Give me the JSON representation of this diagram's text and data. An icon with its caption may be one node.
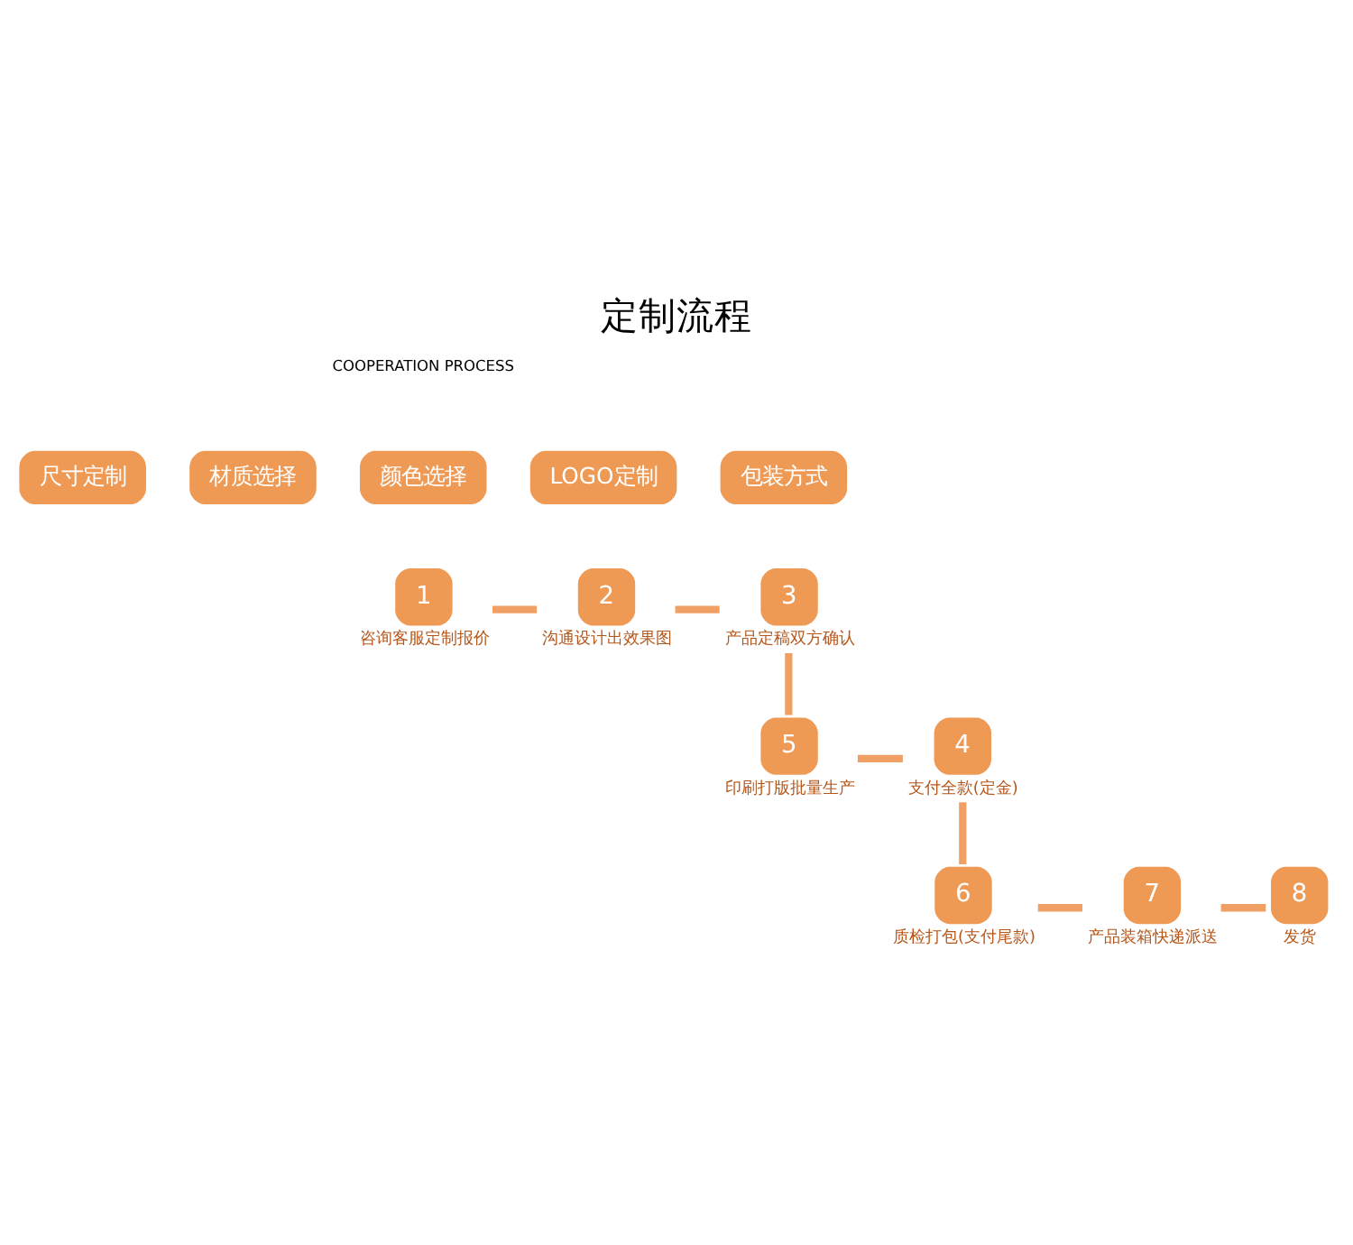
{
  "diagram": {
    "title": "定制流程",
    "nodes": [
      {
        "text": [
          "尺寸定制"
        ]
      },
      {
        "text": [
          "材质选择"
        ]
      },
      {
        "text": [
          "颜色选择"
        ]
      },
      {
        "text": [
          "LOGO定制"
        ]
      },
      {
        "text": [
          "包装方式"
        ]
      },
      {
        "text": [
          "1"
        ],
        "beside": [
          "咨询客服定制报价"
        ]
      },
      {
        "text": [
          "2"
        ],
        "beside": [
          "沟通设计出效果图"
        ]
      },
      {
        "text": [
          "3"
        ],
        "beside": [
          "产品定稿双方确认"
        ]
      },
      {
        "text": [
          "4"
        ],
        "beside": [
          "支付全款(定金)"
        ]
      },
      {
        "text": [
          "5"
        ],
        "beside": [
          "印刷打版批量生产"
        ]
      },
      {
        "text": [
          "6"
        ],
        "beside": [
          "质检打包(支付尾款)"
        ]
      },
      {
        "text": [
          "7"
        ],
        "beside": [
          "产品装箱快递派送"
        ]
      },
      {
        "text": [
          "8"
        ],
        "beside": [
          "发货"
        ]
      }
    ],
    "edges": [
      {
        "from": 5,
        "to": 6,
        "arrow": "none"
      },
      {
        "from": 6,
        "to": 7,
        "arrow": "none"
      },
      {
        "from": 7,
        "to": 9,
        "arrow": "none"
      },
      {
        "from": 9,
        "to": 8,
        "arrow": "none"
      },
      {
        "from": 8,
        "to": 10,
        "arrow": "none"
      },
      {
        "from": 10,
        "to": 11,
        "arrow": "none"
      },
      {
        "from": 11,
        "to": 12,
        "arrow": "none"
      }
    ],
    "labels": [
      "COOPERATION PROCESS"
    ]
  }
}
